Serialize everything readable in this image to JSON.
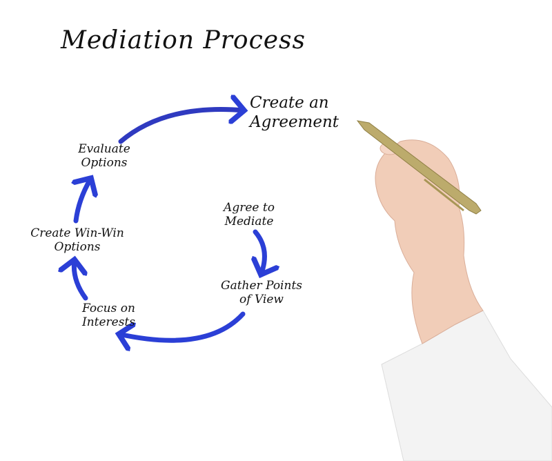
{
  "title": "Mediation Process",
  "steps": [
    {
      "line1": "Agree to",
      "line2": "Mediate"
    },
    {
      "line1": "Gather Points",
      "line2": "of View"
    },
    {
      "line1": "Focus on",
      "line2": "Interests"
    },
    {
      "line1": "Create Win-Win",
      "line2": "Options"
    },
    {
      "line1": "Evaluate",
      "line2": "Options"
    },
    {
      "line1": "Create an",
      "line2": "Agreement"
    }
  ],
  "colors": {
    "arrow": "#2b3fd6",
    "text": "#111111",
    "pen": "#b9a86a",
    "skin": "#f2cdb9",
    "sleeve": "#f4f4f4"
  }
}
